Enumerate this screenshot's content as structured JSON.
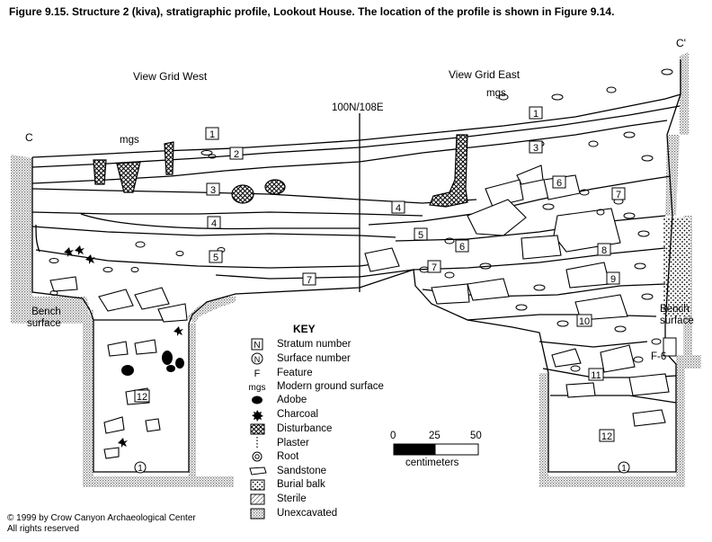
{
  "title": "Figure 9.15.  Structure 2 (kiva), stratigraphic profile, Lookout House. The location of the profile is shown in Figure 9.14.",
  "labels": {
    "view_west": "View Grid West",
    "view_east": "View Grid East",
    "grid_point": "100N/108E",
    "end_left": "C",
    "end_right": "C'",
    "mgs_left": "mgs",
    "mgs_right": "mgs",
    "bench_left": "Bench\nsurface",
    "bench_right": "Bench\nsurface",
    "feature": "F-6"
  },
  "strata_west": [
    "1",
    "2",
    "3",
    "4",
    "5",
    "7",
    "12"
  ],
  "strata_east": [
    "1",
    "3",
    "4",
    "5",
    "6",
    "6",
    "7",
    "7",
    "8",
    "9",
    "10",
    "11",
    "12"
  ],
  "surfaces": [
    "1",
    "1"
  ],
  "key": {
    "heading": "KEY",
    "items": [
      {
        "symbol": "N",
        "label": "Stratum number"
      },
      {
        "symbol": "N",
        "label": "Surface number"
      },
      {
        "symbol": "F",
        "label": "Feature"
      },
      {
        "symbol": "mgs",
        "label": "Modern ground surface"
      },
      {
        "symbol": "adobe-icon",
        "label": "Adobe"
      },
      {
        "symbol": "charcoal-icon",
        "label": "Charcoal"
      },
      {
        "symbol": "disturbance-icon",
        "label": "Disturbance"
      },
      {
        "symbol": "plaster-icon",
        "label": "Plaster"
      },
      {
        "symbol": "root-icon",
        "label": "Root"
      },
      {
        "symbol": "sandstone-icon",
        "label": "Sandstone"
      },
      {
        "symbol": "burial-balk-icon",
        "label": "Burial balk"
      },
      {
        "symbol": "sterile-icon",
        "label": "Sterile"
      },
      {
        "symbol": "unexcavated-icon",
        "label": "Unexcavated"
      }
    ]
  },
  "scale": {
    "ticks": [
      "0",
      "25",
      "50"
    ],
    "unit": "centimeters"
  },
  "copyright": [
    "© 1999 by Crow Canyon Archaeological Center",
    "All rights reserved"
  ]
}
